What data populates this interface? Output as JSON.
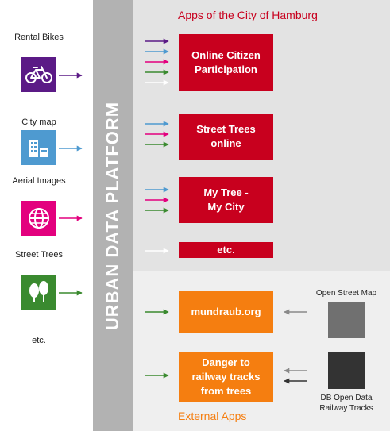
{
  "platform": {
    "label": "URBAN DATA PLATFORM"
  },
  "city_apps": {
    "title": "Apps of the City of Hamburg",
    "items": [
      {
        "label": "Online Citizen\nParticipation"
      },
      {
        "label": "Street Trees\nonline"
      },
      {
        "label": "My Tree -\nMy City"
      },
      {
        "label": "etc."
      }
    ]
  },
  "external_apps": {
    "title": "External Apps",
    "items": [
      {
        "label": "mundraub.org"
      },
      {
        "label": "Danger to\nrailway tracks\nfrom trees"
      }
    ],
    "sources": [
      {
        "label": "Open Street Map"
      },
      {
        "label": "DB Open Data\nRailway Tracks"
      }
    ]
  },
  "data_sources": [
    {
      "label": "Rental\nBikes",
      "icon": "bicycle-icon",
      "color": "#5b1a86"
    },
    {
      "label": "City map",
      "icon": "city-buildings-icon",
      "color": "#4e9ad0"
    },
    {
      "label": "Aerial\nImages",
      "icon": "globe-icon",
      "color": "#e3007e"
    },
    {
      "label": "Street\nTrees",
      "icon": "trees-icon",
      "color": "#3a8a2f"
    },
    {
      "label": "etc.",
      "icon": "blank-tile",
      "color": "#ffffff"
    }
  ],
  "colors": {
    "purple": "#5b1a86",
    "blue": "#4e9ad0",
    "magenta": "#e3007e",
    "green": "#3a8a2f",
    "city_app_red": "#c8001e",
    "external_app_orange": "#f57e10",
    "platform_gray": "#b2b2b2",
    "title_red": "#c8001e",
    "title_orange": "#f57e10",
    "osm_gray": "#707070",
    "db_dark": "#333333"
  }
}
